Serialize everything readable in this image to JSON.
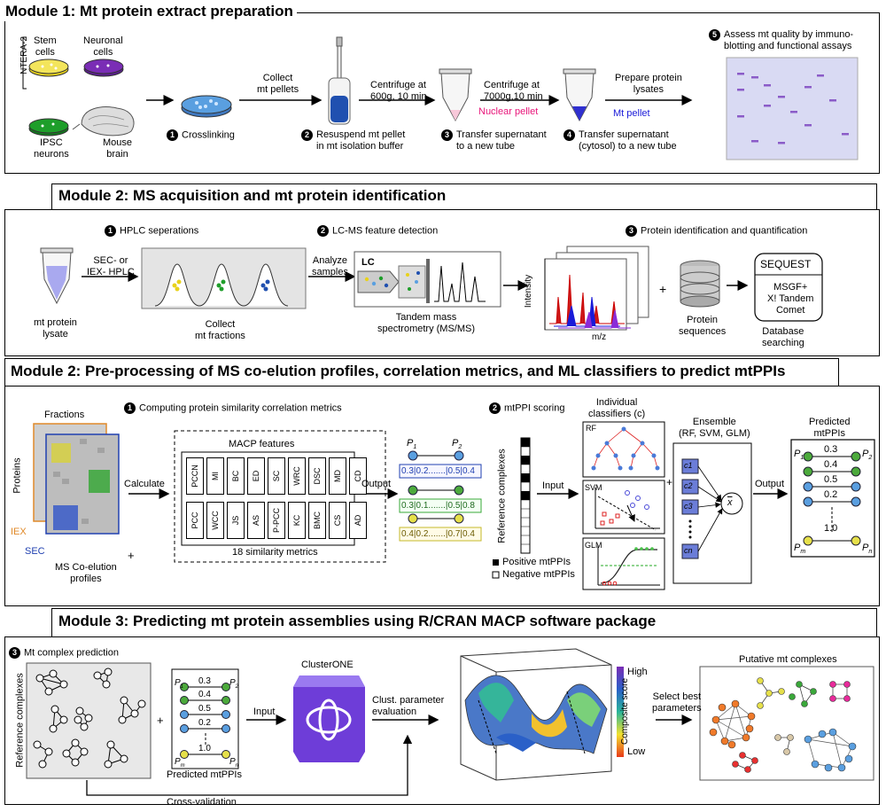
{
  "module1": {
    "title": "Module 1: Mt protein extract preparation",
    "sources": {
      "group": "NTERA-2",
      "stem": "Stem\ncells",
      "neuronal": "Neuronal\ncells",
      "ipsc": "IPSC\nneurons",
      "brain": "Mouse\nbrain"
    },
    "step1": "Crosslinking",
    "collect": "Collect\nmt pellets",
    "step2": "Resuspend mt pellet\nin mt isolation buffer",
    "centrifuge1": "Centrifuge at\n600g, 10 min",
    "step3": "Transfer supernatant\nto a new tube",
    "nuclear": "Nuclear pellet",
    "centrifuge2": "Centrifuge at\n7000g,10 min",
    "mtpellet": "Mt pellet",
    "step4": "Transfer supernatant\n(cytosol) to a new tube",
    "prepare": "Prepare protein\nlysates",
    "step5": "Assess mt quality by immuno-\nblotting and functional assays",
    "colors": {
      "stem": "#e8d21a",
      "neuronal": "#7a2db5",
      "ipsc": "#1e9e2a",
      "crosslink": "#5a9fe0",
      "nuclear": "#e8157a",
      "mt": "#1a1ad8",
      "blot": "#8b5cc8"
    }
  },
  "module2a": {
    "title": "Module 2: MS acquisition and mt protein identification",
    "step1": "HPLC seperations",
    "step2": "LC-MS feature detection",
    "step3": "Protein identification and quantification",
    "lysate": "mt protein\nlysate",
    "hplc": "SEC- or\nIEX- HPLC",
    "collect": "Collect\nmt fractions",
    "analyze": "Analyze\nsamples",
    "lc": "LC",
    "tandem": "Tandem mass\nspectrometry (MS/MS)",
    "intensity": "Intensity",
    "mz": "m/z",
    "plus": "+",
    "protein_seq": "Protein\nsequences",
    "sequest": "SEQUEST",
    "engines": "MSGF+\nX! Tandem\nComet",
    "db": "Database\nsearching"
  },
  "module2b": {
    "title": "Module 2: Pre-processing of MS co-elution profiles, correlation metrics, and ML classifiers to predict mtPPIs",
    "fractions": "Fractions",
    "proteins": "Proteins",
    "iex": "IEX",
    "sec": "SEC",
    "plus": "+",
    "profiles": "MS Co-elution\nprofiles",
    "step1": "Computing protein similarity correlation metrics",
    "calculate": "Calculate",
    "macp": "MACP features",
    "metrics_row1": [
      "PCCN",
      "MI",
      "BC",
      "ED",
      "SC",
      "WRC",
      "DSC",
      "MD",
      "CD"
    ],
    "metrics_row2": [
      "PCC",
      "WCC",
      "JS",
      "AS",
      "P-PCC",
      "KC",
      "BMC",
      "CS",
      "AD"
    ],
    "similarity": "18 similarity metrics",
    "output": "Output",
    "p1": "P",
    "p1sub": "1",
    "p2": "P",
    "p2sub": "2",
    "rows": [
      [
        "0.3",
        "0.2",
        "0.5",
        "0.4"
      ],
      [
        "0.3",
        "0.1",
        "0.5",
        "0.8"
      ],
      [
        "0.4",
        "0.2",
        "0.7",
        "0.4"
      ]
    ],
    "dots": ".......",
    "step2": "mtPPI scoring",
    "ref": "Reference complexes",
    "input": "Input",
    "positive": "Positive mtPPIs",
    "negative": "Negative mtPPIs",
    "individual": "Individual\nclassifiers (c)",
    "rf": "RF",
    "svm": "SVM",
    "glm": "GLM",
    "ensemble": "Ensemble\n(RF, SVM, GLM)",
    "c_labels": [
      "c1",
      "c2",
      "c3",
      "cn"
    ],
    "xbar": "x",
    "output2": "Output",
    "predicted": "Predicted\nmtPPIs",
    "scores": [
      "0.3",
      "0.4",
      "0.5",
      "0.2",
      "1.0"
    ],
    "pm": "P",
    "pmsub": "m",
    "pn": "P",
    "pnsub": "n"
  },
  "module3": {
    "title": "Module 3: Predicting mt protein assemblies using R/CRAN MACP software package",
    "step3": "Mt complex prediction",
    "ref": "Reference complexes",
    "plus": "+",
    "scores": [
      "0.3",
      "0.4",
      "0.5",
      "0.2",
      "1.0"
    ],
    "predicted": "Predicted mtPPIs",
    "input": "Input",
    "clusterone": "ClusterONE",
    "clust": "Clust. parameter\nevaluation",
    "composite": "Composite score",
    "high": "High",
    "low": "Low",
    "select": "Select best\nparameters",
    "putative": "Putative mt complexes",
    "cv": "Cross-validation"
  }
}
